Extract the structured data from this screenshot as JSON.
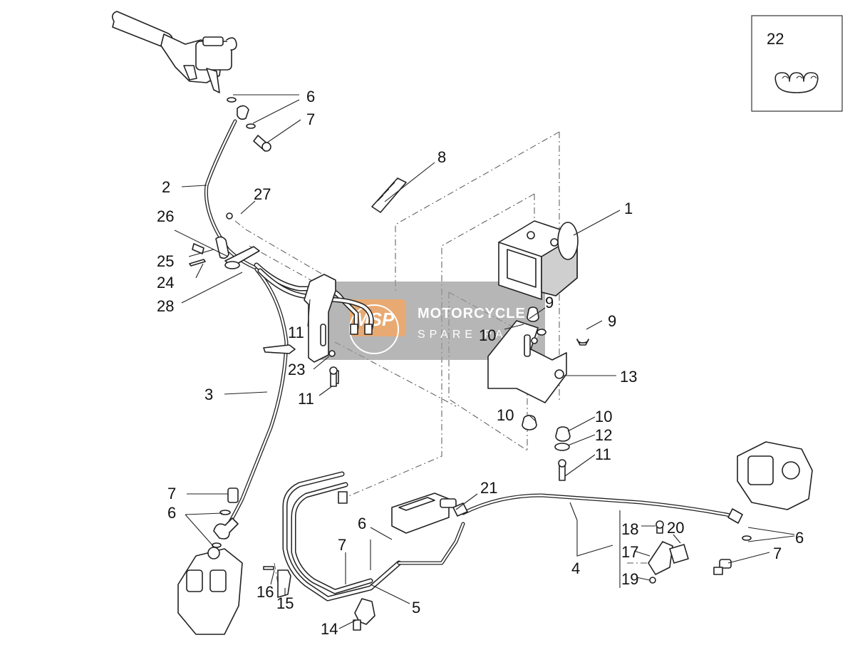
{
  "watermark": {
    "brand": "MOTORCYCLE",
    "tagline": "SPARE PARTS",
    "badge": "MSP"
  },
  "inset_label": "22",
  "callouts": [
    {
      "id": "c1",
      "text": "1"
    },
    {
      "id": "c2",
      "text": "2"
    },
    {
      "id": "c3",
      "text": "3"
    },
    {
      "id": "c4",
      "text": "4"
    },
    {
      "id": "c5",
      "text": "5"
    },
    {
      "id": "c6a",
      "text": "6"
    },
    {
      "id": "c6b",
      "text": "6"
    },
    {
      "id": "c6c",
      "text": "6"
    },
    {
      "id": "c6d",
      "text": "6"
    },
    {
      "id": "c7a",
      "text": "7"
    },
    {
      "id": "c7b",
      "text": "7"
    },
    {
      "id": "c7c",
      "text": "7"
    },
    {
      "id": "c7d",
      "text": "7"
    },
    {
      "id": "c8",
      "text": "8"
    },
    {
      "id": "c9a",
      "text": "9"
    },
    {
      "id": "c9b",
      "text": "9"
    },
    {
      "id": "c10a",
      "text": "10"
    },
    {
      "id": "c10b",
      "text": "10"
    },
    {
      "id": "c10c",
      "text": "10"
    },
    {
      "id": "c11a",
      "text": "11"
    },
    {
      "id": "c11b",
      "text": "11"
    },
    {
      "id": "c11c",
      "text": "11"
    },
    {
      "id": "c12",
      "text": "12"
    },
    {
      "id": "c13",
      "text": "13"
    },
    {
      "id": "c14",
      "text": "14"
    },
    {
      "id": "c15",
      "text": "15"
    },
    {
      "id": "c16",
      "text": "16"
    },
    {
      "id": "c17",
      "text": "17"
    },
    {
      "id": "c18",
      "text": "18"
    },
    {
      "id": "c19",
      "text": "19"
    },
    {
      "id": "c20",
      "text": "20"
    },
    {
      "id": "c21",
      "text": "21"
    },
    {
      "id": "c23",
      "text": "23"
    },
    {
      "id": "c24",
      "text": "24"
    },
    {
      "id": "c25",
      "text": "25"
    },
    {
      "id": "c26",
      "text": "26"
    },
    {
      "id": "c27",
      "text": "27"
    },
    {
      "id": "c28",
      "text": "28"
    }
  ]
}
